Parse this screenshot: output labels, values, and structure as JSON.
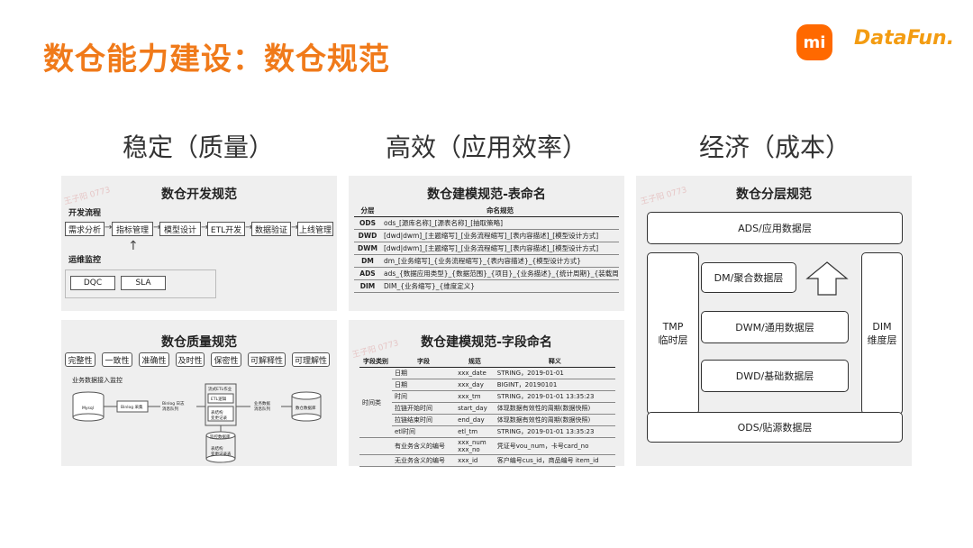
{
  "slide": {
    "title": "数仓能力建设：数仓规范"
  },
  "logos": {
    "mi": "mi",
    "datafun": "DataFun."
  },
  "columns": [
    {
      "heading": "稳定（质量）"
    },
    {
      "heading": "高效（应用效率）"
    },
    {
      "heading": "经济（成本）"
    }
  ],
  "dev_spec": {
    "title": "数仓开发规范",
    "flow_label": "开发流程",
    "flow": [
      "需求分析",
      "指标管理",
      "模型设计",
      "ETL开发",
      "数据验证",
      "上线管理"
    ],
    "ops_label": "运维监控",
    "ops": [
      "DQC",
      "SLA"
    ]
  },
  "quality_spec": {
    "title": "数仓质量规范",
    "tags": [
      "完整性",
      "一致性",
      "准确性",
      "及时性",
      "保密性",
      "可解释性",
      "可理解性"
    ],
    "subtitle": "业务数据接入监控",
    "nodes": [
      "Mysql",
      "Binlog 采集",
      "Binlog 日志\n消息队列",
      "流式ETL作业",
      "ETL逻辑",
      "表结构\n变更记录",
      "业务数据\n消息队列",
      "数仓数据库",
      "监控数据库",
      "表结构\n变更记录表"
    ]
  },
  "table_naming": {
    "title": "数仓建模规范-表命名",
    "headers": [
      "分层",
      "命名规范"
    ],
    "rows": [
      [
        "ODS",
        "ods_[源库名称]_[源表名称]_[抽取策略]"
      ],
      [
        "DWD",
        "[dwd|dwm]_[主题缩写]_[业务流程缩写]_[表内容描述]_[模型设计方式]"
      ],
      [
        "DWM",
        "[dwd|dwm]_[主题缩写]_[业务流程缩写]_[表内容描述]_[模型设计方式]"
      ],
      [
        "DM",
        "dm_[业务缩写]_{业务流程缩写}_{表内容描述}_{模型设计方式}"
      ],
      [
        "ADS",
        "ads_{数据应用类型}_{数据范围}_{项目}_{业务描述}_{统计周期}_{装载周"
      ],
      [
        "DIM",
        "DIM_{业务缩写}_{维度定义}"
      ]
    ]
  },
  "field_naming": {
    "title": "数仓建模规范-字段命名",
    "headers": [
      "字段类别",
      "字段",
      "规范",
      "释义"
    ],
    "group_label": "时间类",
    "rows": [
      [
        "日期",
        "xxx_date",
        "STRING，2019-01-01"
      ],
      [
        "日期",
        "xxx_day",
        "BIGINT，20190101"
      ],
      [
        "时间",
        "xxx_tm",
        "STRING，2019-01-01 13:35:23"
      ],
      [
        "拉链开始时间",
        "start_day",
        "体现数据有效性的周期(数据快照)"
      ],
      [
        "拉链结束时间",
        "end_day",
        "体现数据有效性的周期(数据快照)"
      ],
      [
        "etl时间",
        "etl_tm",
        "STRING，2019-01-01 13:35:23"
      ],
      [
        "有业务含义的编号",
        "xxx_num\nxxx_no",
        "凭证号vou_num，卡号card_no"
      ],
      [
        "无业务含义的编号",
        "xxx_id",
        "客户编号cus_id，商品编号 item_id"
      ]
    ]
  },
  "layer_spec": {
    "title": "数仓分层规范",
    "ads": "ADS/应用数据层",
    "dm": "DM/聚合数据层",
    "dwm": "DWM/通用数据层",
    "dwd": "DWD/基础数据层",
    "ods": "ODS/贴源数据层",
    "tmp": "TMP\n临时层",
    "dim": "DIM\n维度层"
  },
  "watermark": "王子阳 0773",
  "colors": {
    "title": "#f07a1a",
    "mi": "#ff6900",
    "datafun": "#f39c12",
    "panel": "#efefef"
  }
}
